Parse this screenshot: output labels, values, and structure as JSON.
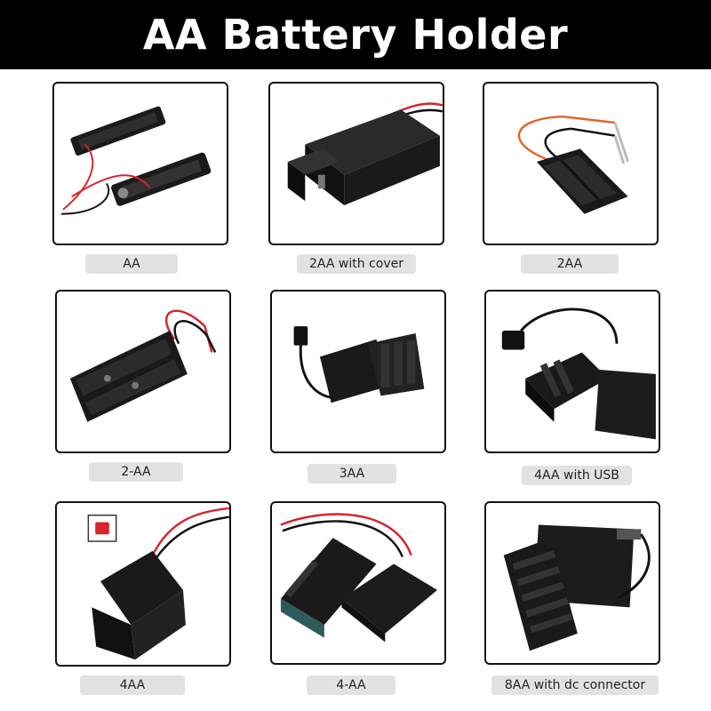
{
  "title": "AA Battery Holder",
  "colors": {
    "banner": "#000000",
    "caption_bg": "#e2e2e2",
    "wire_red": "#d8232a",
    "plastic": "#1a1a1a"
  },
  "items": [
    {
      "label": "AA",
      "image": "single-aa-holder-photo"
    },
    {
      "label": "2AA with cover",
      "image": "2aa-covered-holder-photo"
    },
    {
      "label": "2AA",
      "image": "2aa-holder-photo"
    },
    {
      "label": "2-AA",
      "image": "2aa-side-by-side-holder-photo"
    },
    {
      "label": "3AA",
      "image": "3aa-usb-holder-photo"
    },
    {
      "label": "4AA with USB",
      "image": "4aa-usb-holder-photo"
    },
    {
      "label": "4AA",
      "image": "4aa-stacked-jst-holder-photo"
    },
    {
      "label": "4-AA",
      "image": "4aa-covered-holder-photo"
    },
    {
      "label": "8AA with dc connector",
      "image": "8aa-dc-holder-photo"
    }
  ]
}
